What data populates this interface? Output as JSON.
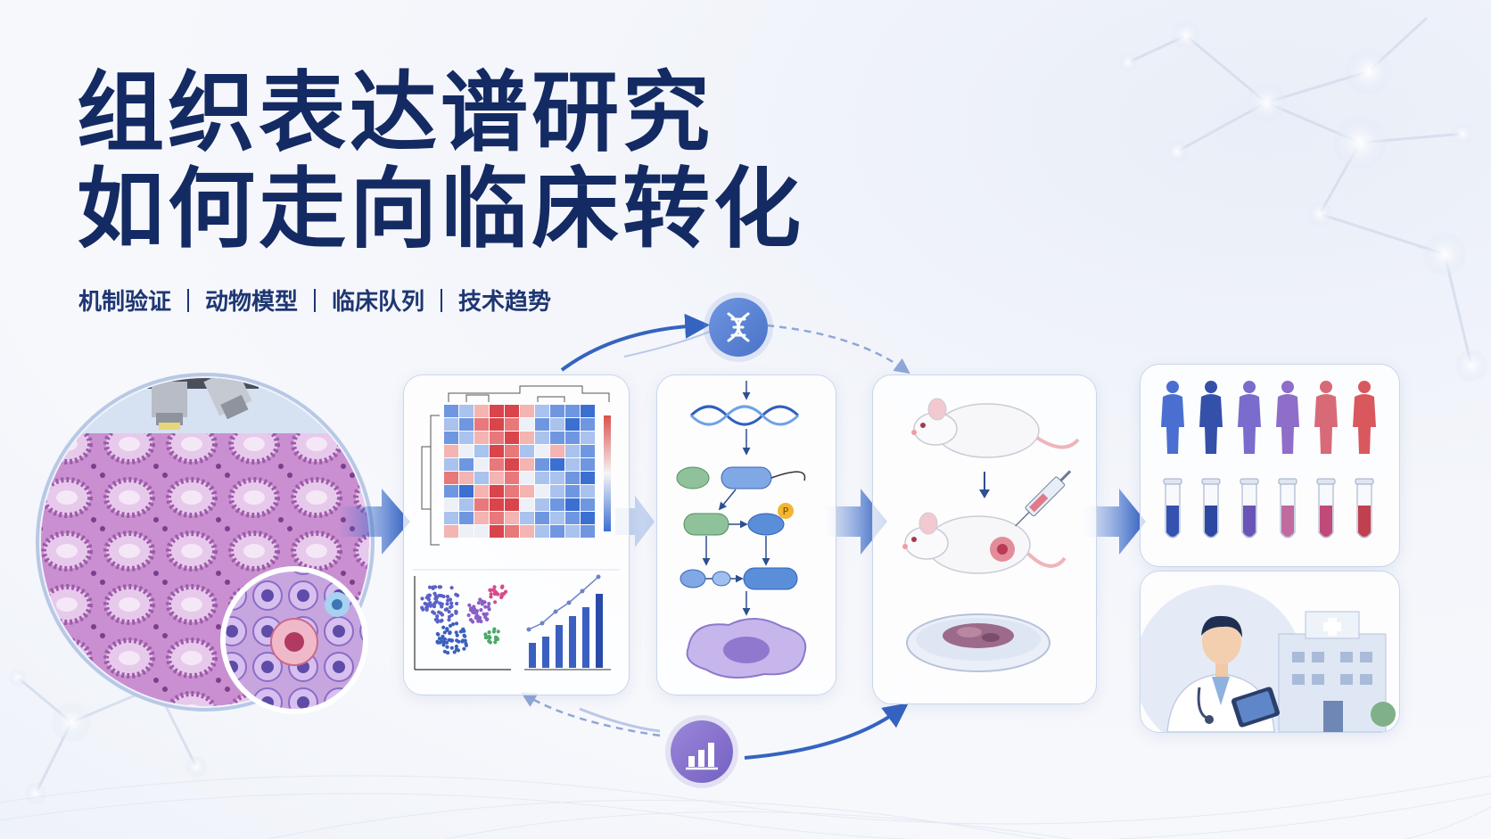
{
  "title_line1": "组织表达谱研究",
  "title_line2": "如何走向临床转化",
  "subtitle_items": [
    "机制验证",
    "动物模型",
    "临床队列",
    "技术趋势"
  ],
  "icons": {
    "top_node": "dna-icon",
    "bottom_node": "bar-chart-icon"
  },
  "colors": {
    "title": "#142a63",
    "accent_blue": "#2f5fbf",
    "heat_red": "#d9534f",
    "heat_blue": "#3b6fd1",
    "tissue_purple": "#b57cc0"
  }
}
